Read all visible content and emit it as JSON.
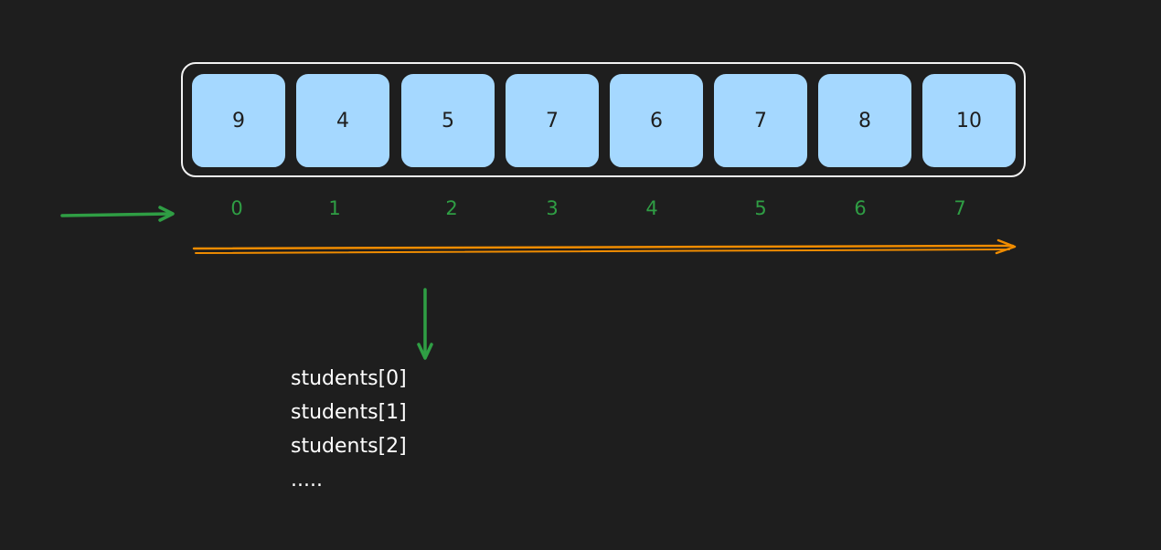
{
  "array": {
    "values": [
      "9",
      "4",
      "5",
      "7",
      "6",
      "7",
      "8",
      "10"
    ],
    "indices": [
      "0",
      "1",
      "2",
      "3",
      "4",
      "5",
      "6",
      "7"
    ]
  },
  "access_lines": [
    "students[0]",
    "students[1]",
    "students[2]",
    "....."
  ],
  "colors": {
    "background": "#1e1e1e",
    "cell_fill": "#a5d8ff",
    "outline": "#f2f2f2",
    "index_text": "#2f9e44",
    "pointer_arrow": "#2f9e44",
    "iteration_arrow": "#f08c00",
    "code_text": "#ffffff"
  },
  "icons": {
    "start_pointer": "arrow-right-icon",
    "iteration": "double-arrow-right-icon",
    "access": "arrow-down-icon"
  }
}
